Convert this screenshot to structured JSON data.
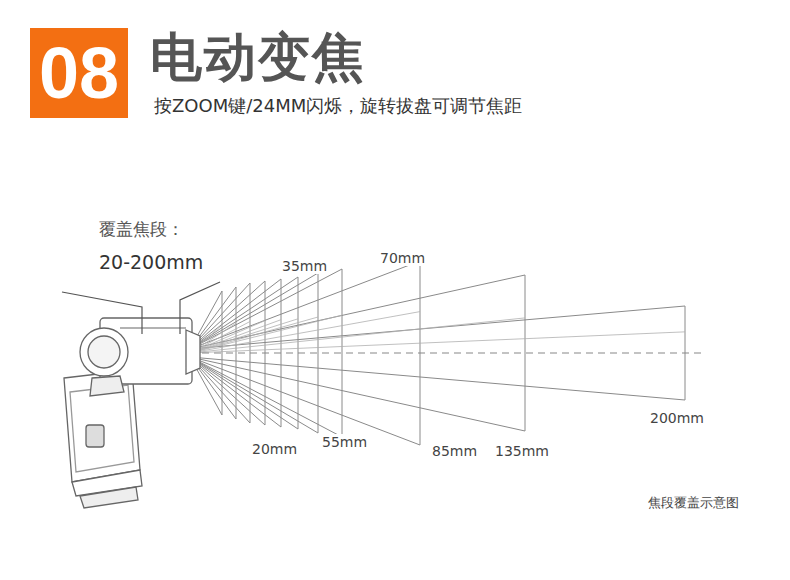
{
  "diagram": {
    "title": "电动变焦",
    "caption": "焦段覆盖示意图",
    "nodes": [
      {
        "text": [
          "08"
        ]
      }
    ],
    "labels": [
      "按ZOOM键/24MM闪烁，旋转拔盘可调节焦距",
      "覆盖焦段：",
      "20-200mm",
      "35mm",
      "70mm",
      "20mm",
      "55mm",
      "85mm",
      "135mm",
      "200mm"
    ]
  }
}
